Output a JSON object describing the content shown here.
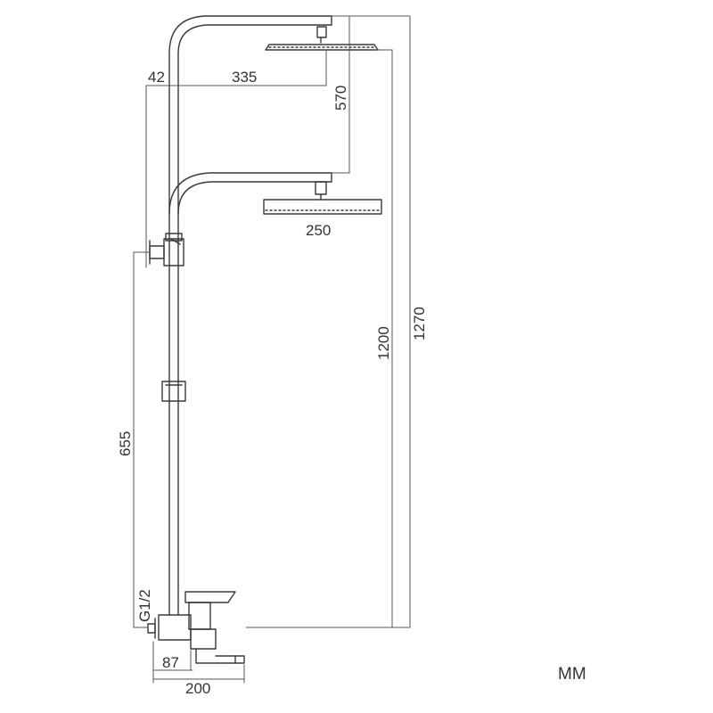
{
  "colors": {
    "outline": "#3a3a3a",
    "dimension_line": "#555555",
    "background": "#ffffff"
  },
  "dimensions": {
    "d42": "42",
    "d335": "335",
    "d570": "570",
    "d250": "250",
    "d1200": "1200",
    "d1270": "1270",
    "d655": "655",
    "thread": "G1/2",
    "d87": "87",
    "d200": "200"
  },
  "unit_label": "MM"
}
